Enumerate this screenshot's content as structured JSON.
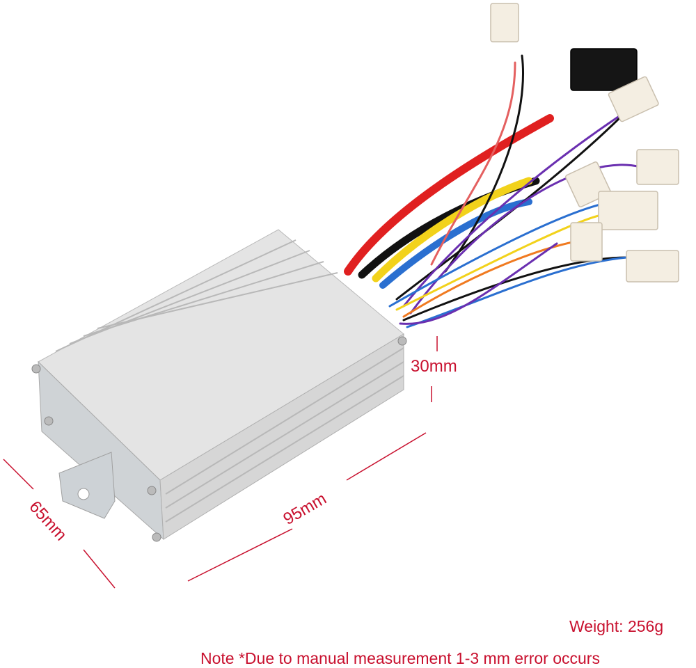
{
  "product": {
    "dimensions": {
      "height": "30mm",
      "width": "65mm",
      "length": "95mm"
    },
    "weight": "Weight: 256g",
    "note": "Note *Due to manual measurement 1-3 mm error occurs"
  },
  "colors": {
    "annotation": "#c8102e",
    "housing": "#d9d9d9",
    "wire_red": "#e02020",
    "wire_yellow": "#f2d21b",
    "wire_blue": "#2a6fd0",
    "wire_purple": "#6a2fb0",
    "wire_black": "#111111",
    "connector": "#f4eee2"
  }
}
